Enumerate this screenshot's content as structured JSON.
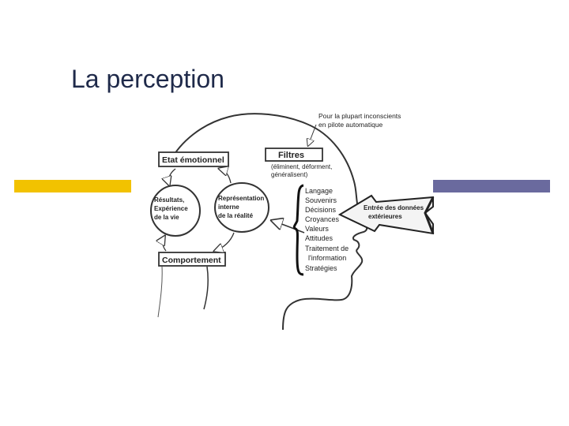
{
  "slide": {
    "title": "La perception"
  },
  "colors": {
    "left_bar": "#f2c200",
    "right_bar": "#6a6a9e",
    "title": "#1f2a4a"
  },
  "diagram": {
    "note_top": [
      "Pour la plupart inconscients",
      "en pilote automatique"
    ],
    "boxes": {
      "etat": "Etat émotionnel",
      "filtres": "Filtres",
      "comportement": "Comportement"
    },
    "filtres_sub": [
      "(éliminent, déforment,",
      "généralisent)"
    ],
    "circle_left": [
      "Résultats,",
      "Expérience",
      "de la vie"
    ],
    "circle_right": [
      "Représentation",
      "interne",
      "de la réalité"
    ],
    "filter_list": [
      "Langage",
      "Souvenirs",
      "Décisions",
      "Croyances",
      "Valeurs",
      "Attitudes",
      "Traitement de",
      "l'information",
      "Stratégies"
    ],
    "input_label": [
      "Entrée des données",
      "extérieures"
    ]
  }
}
